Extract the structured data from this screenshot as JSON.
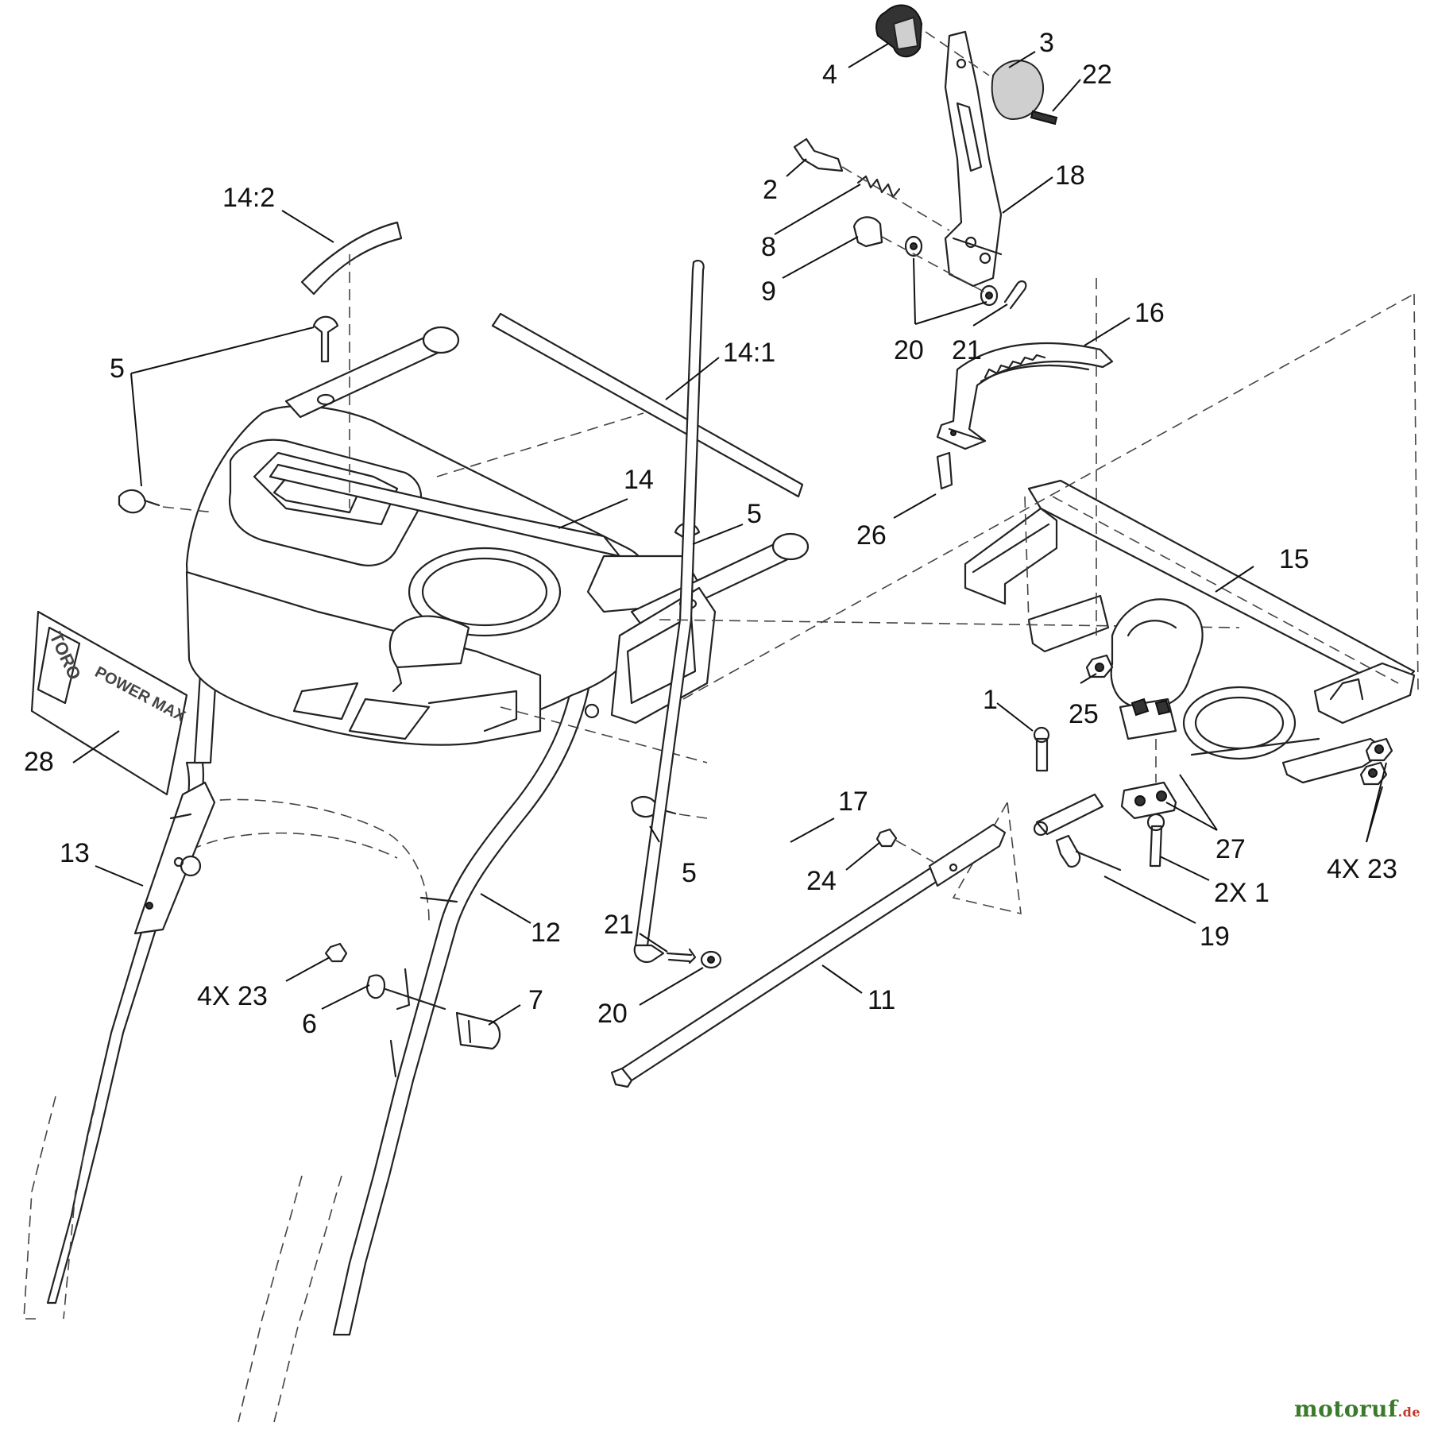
{
  "diagram": {
    "callouts": [
      {
        "id": "c-14-2",
        "label": "14:2"
      },
      {
        "id": "c-5-a",
        "label": "5"
      },
      {
        "id": "c-14-1",
        "label": "14:1"
      },
      {
        "id": "c-14",
        "label": "14"
      },
      {
        "id": "c-5-b",
        "label": "5"
      },
      {
        "id": "c-28",
        "label": "28"
      },
      {
        "id": "c-13",
        "label": "13"
      },
      {
        "id": "c-12",
        "label": "12"
      },
      {
        "id": "c-5-c",
        "label": "5"
      },
      {
        "id": "c-4x23-left",
        "label": "4X  23"
      },
      {
        "id": "c-6",
        "label": "6"
      },
      {
        "id": "c-7",
        "label": "7"
      },
      {
        "id": "c-21-bottom",
        "label": "21"
      },
      {
        "id": "c-20-bottom",
        "label": "20"
      },
      {
        "id": "c-17",
        "label": "17"
      },
      {
        "id": "c-11",
        "label": "11"
      },
      {
        "id": "c-24",
        "label": "24"
      },
      {
        "id": "c-4",
        "label": "4"
      },
      {
        "id": "c-3",
        "label": "3"
      },
      {
        "id": "c-22",
        "label": "22"
      },
      {
        "id": "c-2",
        "label": "2"
      },
      {
        "id": "c-18",
        "label": "18"
      },
      {
        "id": "c-8",
        "label": "8"
      },
      {
        "id": "c-9",
        "label": "9"
      },
      {
        "id": "c-20-top",
        "label": "20"
      },
      {
        "id": "c-21-top",
        "label": "21"
      },
      {
        "id": "c-16",
        "label": "16"
      },
      {
        "id": "c-26",
        "label": "26"
      },
      {
        "id": "c-15",
        "label": "15"
      },
      {
        "id": "c-1",
        "label": "1"
      },
      {
        "id": "c-25",
        "label": "25"
      },
      {
        "id": "c-27",
        "label": "27"
      },
      {
        "id": "c-2x1",
        "label": "2X  1"
      },
      {
        "id": "c-19",
        "label": "19"
      },
      {
        "id": "c-4x23-right",
        "label": "4X  23"
      }
    ],
    "decal": {
      "brand": "TORO",
      "model": "POWER MAX"
    }
  },
  "watermark": {
    "name": "motoruf",
    "tld": ".de"
  }
}
